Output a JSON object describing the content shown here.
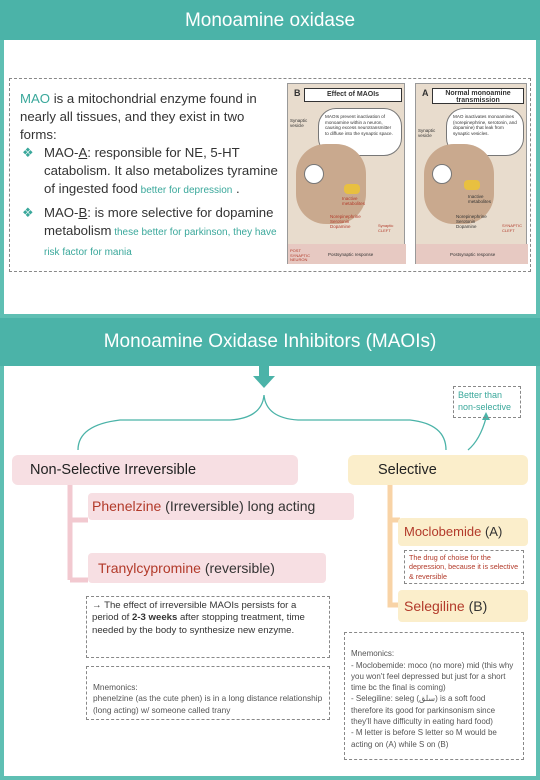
{
  "header": {
    "title": "Monoamine oxidase"
  },
  "intro": {
    "lead_bold": "MAO",
    "lead_text": " is a mitochondrial enzyme found in nearly all tissues, and they exist in two forms:",
    "bullet_a_label": "MAO-",
    "bullet_a_letter": "A",
    "bullet_a_colon": ":",
    "bullet_a_text1": " responsible for ",
    "bullet_a_ne": "NE",
    "bullet_a_comma": ", ",
    "bullet_a_5ht": "5-HT",
    "bullet_a_text2": " catabolism. It also metabolizes tyramine of ingested food",
    "bullet_a_note": " better for depression",
    "bullet_a_end": " .",
    "bullet_b_label": "MAO-",
    "bullet_b_letter": "B",
    "bullet_b_colon": ":",
    "bullet_b_text": " is more selective for dopamine metabolism",
    "bullet_b_note": " these better for parkinson, they have risk factor for mania"
  },
  "figures": {
    "left": {
      "letter": "B",
      "title": "Effect of MAOIs",
      "callout": "MAOIs prevent inactivation of monoamine within a neuron, causing excess neurotransmitter to diffuse into the synaptic space.",
      "labels": [
        "Synaptic vesicle",
        "Inactive metabolites",
        "Norepinephrine Serotonin Dopamine",
        "Synaptic CLEFT",
        "Postsynaptic response",
        "POST SYNAPTIC NEURON"
      ]
    },
    "right": {
      "letter": "A",
      "title": "Normal monoamine transmission",
      "callout": "MAO inactivates monoamines (norepinephrine, serotonin, and dopamine) that leak from synaptic vesicles.",
      "labels": [
        "Synaptic vesicle",
        "Inactive metabolites",
        "Norepinephrine Serotonin Dopamine",
        "SYNAPTIC CLEFT",
        "Postsynaptic response"
      ]
    }
  },
  "section2": {
    "title": "Monoamine Oxidase Inhibitors (MAOIs)"
  },
  "note_top": "Better than non-selective",
  "nonselective": {
    "title": "Non-Selective Irreversible",
    "phenelzine_name": "Phenelzine",
    "phenelzine_rest": " (Irreversible) long acting",
    "tranyl_name": "Tranylcypromine",
    "tranyl_rest": " (reversible)",
    "effect_arrow": "→",
    "effect_text1": " The effect of irreversible MAOIs persists for a period of ",
    "effect_bold": "2-3 weeks",
    "effect_text2": " after stopping treatment, time needed by the body to synthesize new enzyme.",
    "mnemonic": "Mnemonics:\nphenelzine (as the cute phen) is in a long distance relationship (long acting) w/ someone called trany"
  },
  "selective": {
    "title": "Selective",
    "moclo_name": "Moclobemide",
    "moclo_letter": "(A)",
    "moclo_note": "The drug of choise for the depression, because it is selective & reversible",
    "seleg_name": "Selegiline",
    "seleg_letter": "(B)",
    "mnemonic": "Mnemonics:\n- Moclobemide: moco (no more) mid (this why you won't feel depressed but just for a short time bc the final is coming)\n- Selegiline: seleg (سلق) is a soft food therefore its good for parkinsonism since they'll have difficulty in eating hard food)\n- M letter is before S letter so M would be acting on (A) while S on (B)"
  },
  "colors": {
    "teal": "#4bb3a8",
    "red": "#b23a2a",
    "pink": "#f7dfe3",
    "yellow": "#fbeecb"
  }
}
